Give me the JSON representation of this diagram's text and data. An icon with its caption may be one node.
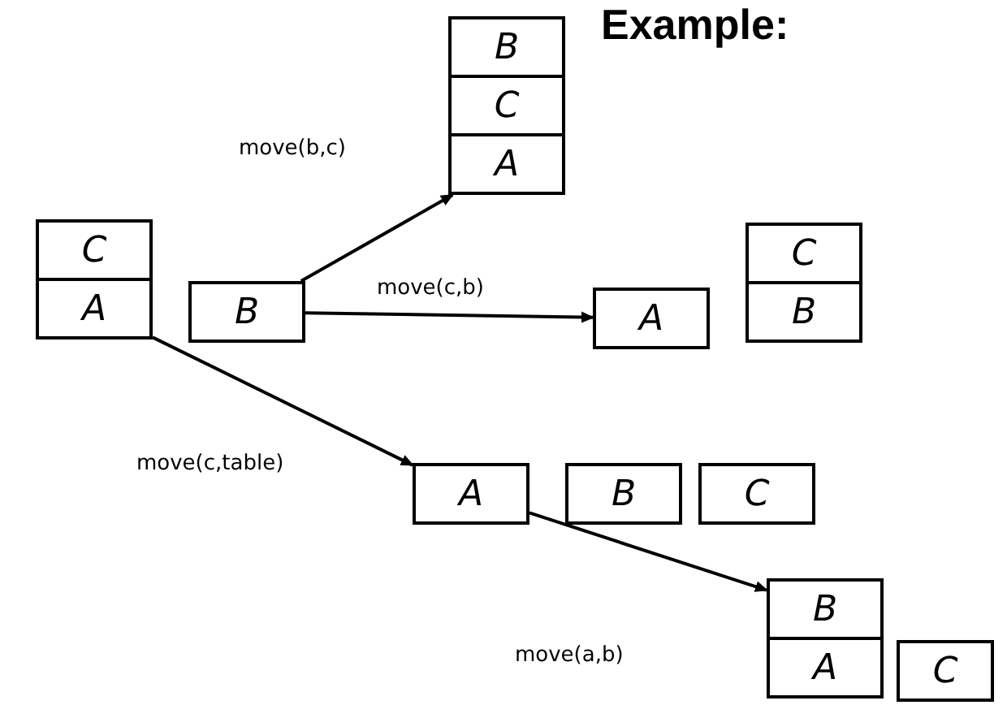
{
  "diagram": {
    "title": "Example:",
    "nodes": [
      {
        "text": [
          "C"
        ]
      },
      {
        "text": [
          "A"
        ]
      },
      {
        "text": [
          "B"
        ]
      },
      {
        "text": [
          "B"
        ]
      },
      {
        "text": [
          "C"
        ]
      },
      {
        "text": [
          "A"
        ]
      },
      {
        "text": [
          "A"
        ]
      },
      {
        "text": [
          "C"
        ]
      },
      {
        "text": [
          "B"
        ]
      },
      {
        "text": [
          "A"
        ]
      },
      {
        "text": [
          "B"
        ]
      },
      {
        "text": [
          "C"
        ]
      },
      {
        "text": [
          "B"
        ]
      },
      {
        "text": [
          "A"
        ]
      },
      {
        "text": [
          "C"
        ]
      }
    ],
    "edges": [
      {
        "from": 2,
        "to": 5,
        "arrow": "to",
        "label": "move(b,c)"
      },
      {
        "from": 2,
        "to": 6,
        "arrow": "to",
        "label": "move(c,b)"
      },
      {
        "from": 1,
        "to": 9,
        "arrow": "to",
        "label": "move(c,table)"
      },
      {
        "from": 9,
        "to": 12,
        "arrow": "to",
        "label": "move(a,b)"
      }
    ]
  }
}
